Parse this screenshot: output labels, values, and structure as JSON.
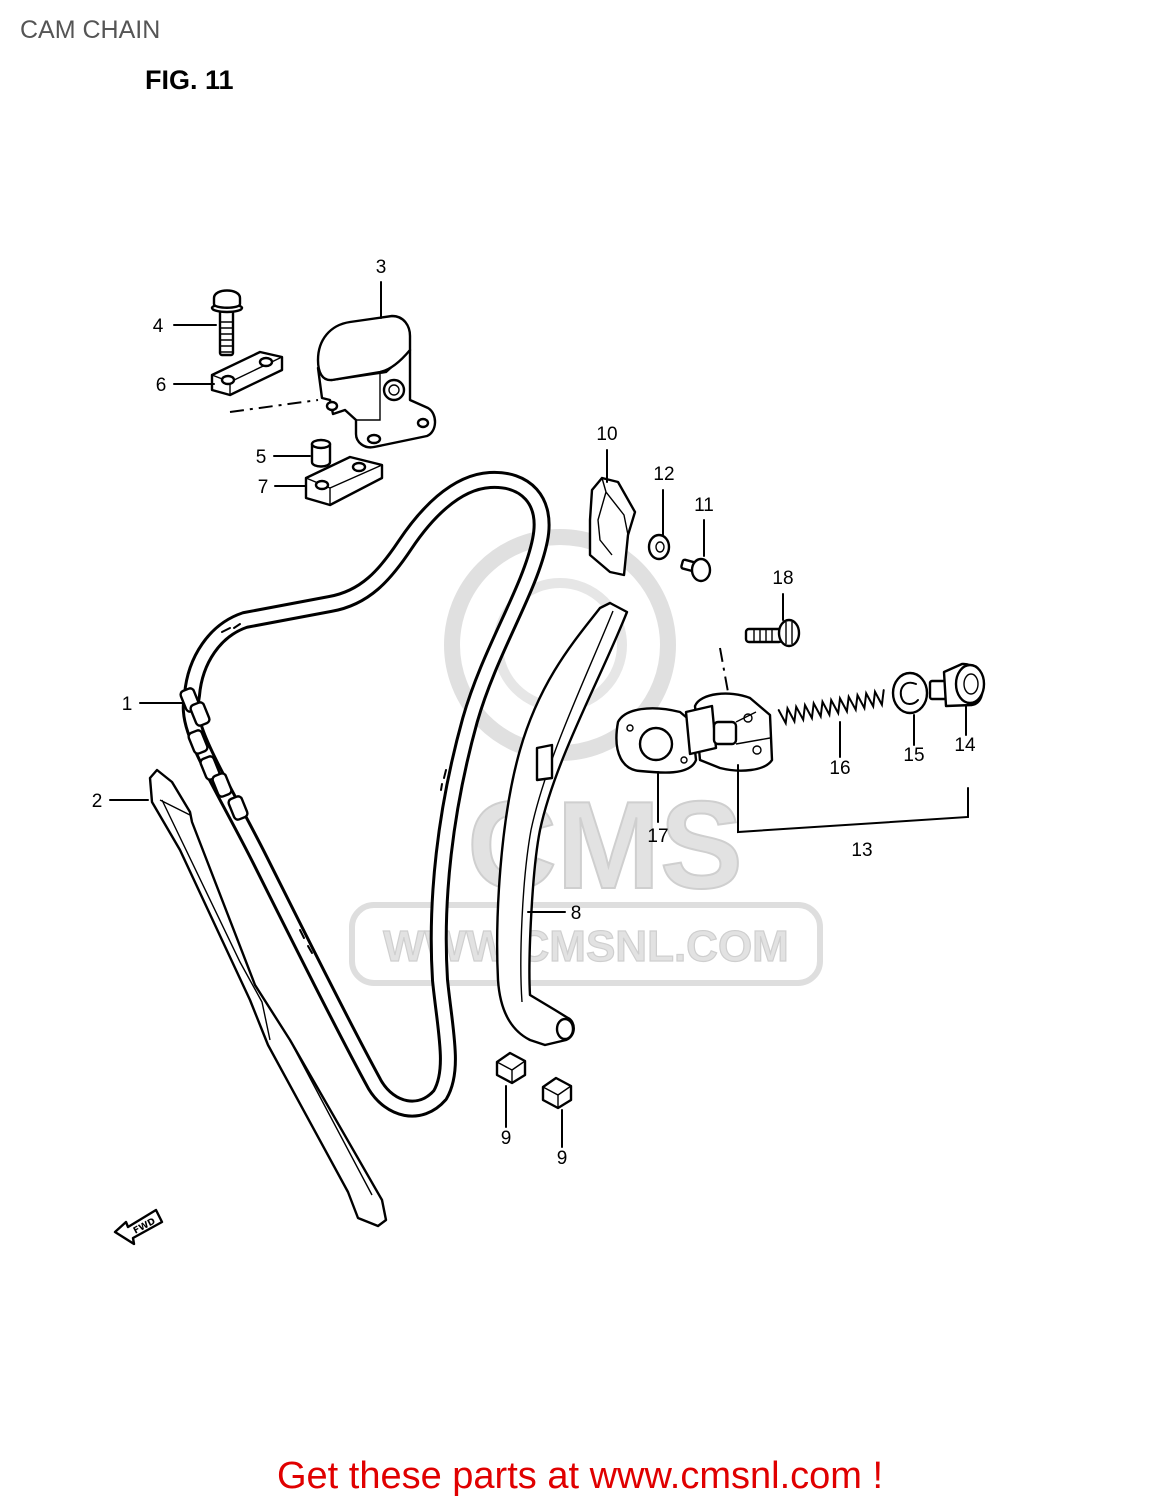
{
  "page": {
    "title": "CAM CHAIN",
    "figure": "FIG. 11"
  },
  "labels": {
    "p1": "1",
    "p2": "2",
    "p3": "3",
    "p4": "4",
    "p5": "5",
    "p6": "6",
    "p7": "7",
    "p8": "8",
    "p9a": "9",
    "p9b": "9",
    "p10": "10",
    "p11": "11",
    "p12": "12",
    "p13": "13",
    "p14": "14",
    "p15": "15",
    "p16": "16",
    "p17": "17",
    "p18": "18"
  },
  "fwd_marker": "FWD",
  "watermark": {
    "logo": "CMS",
    "url": "WWW.CMSNL.COM"
  },
  "footer": "Get these parts at www.cmsnl.com !",
  "colors": {
    "ink": "#000000",
    "title_text": "#555555",
    "footer_text": "#e00000",
    "watermark": "#e2e2e2"
  }
}
